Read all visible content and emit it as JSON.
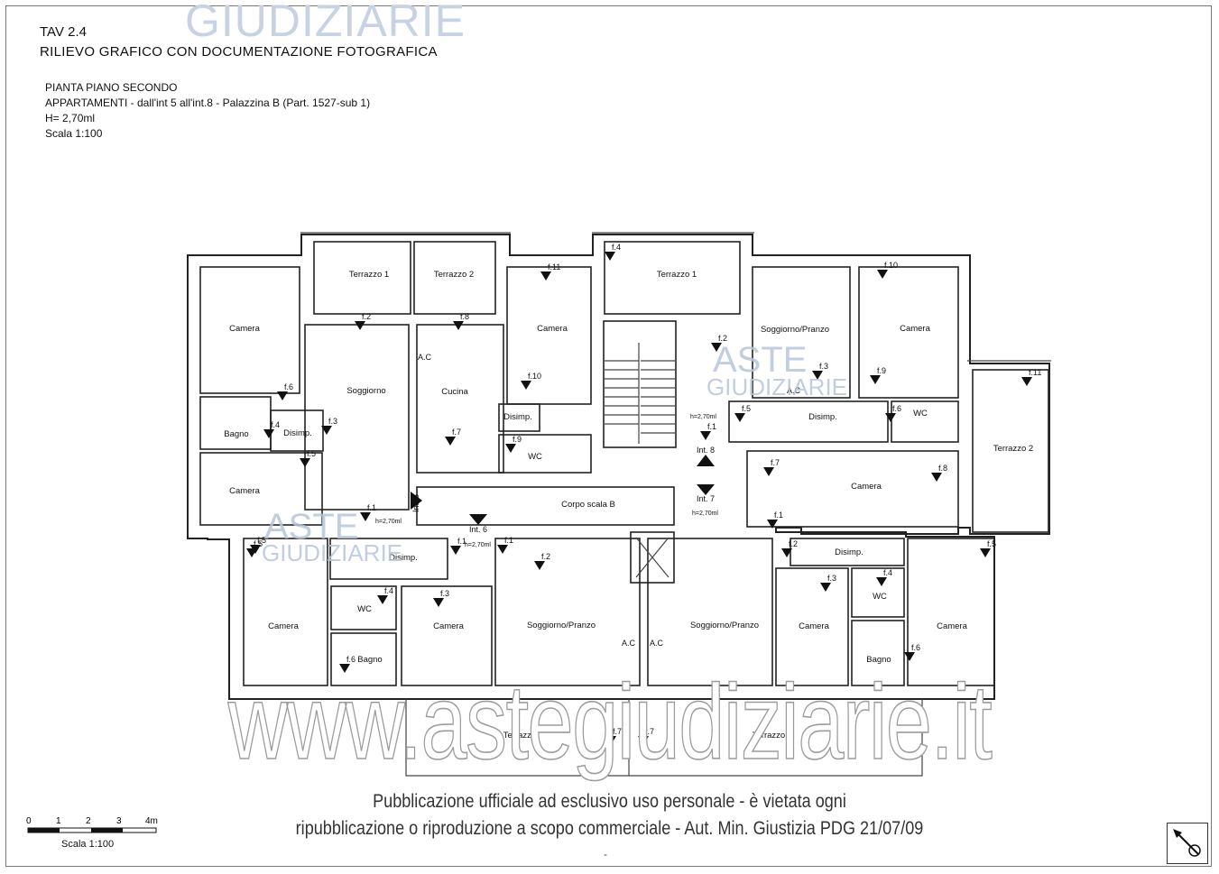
{
  "watermark_top": "GIUDIZIARIE",
  "header": {
    "title": "TAV 2.4",
    "subtitle": "RILIEVO GRAFICO CON DOCUMENTAZIONE FOTOGRAFICA"
  },
  "info": {
    "line1": "PIANTA PIANO SECONDO",
    "line2": "APPARTAMENTI - dall'int 5 all'int.8 - Palazzina B (Part. 1527-sub 1)",
    "line3": "H= 2,70ml",
    "line4": "Scala 1:100"
  },
  "rooms": {
    "terrazzo1_a": "Terrazzo 1",
    "terrazzo2_a": "Terrazzo 2",
    "terrazzo1_b": "Terrazzo 1",
    "camera_tl": "Camera",
    "soggiorno": "Soggiorno",
    "cucina": "Cucina",
    "camera_tc": "Camera",
    "bagno_l": "Bagno",
    "disimp_l": "Disimp.",
    "disimp_c": "Disimp.",
    "wc_c": "WC",
    "camera_ml": "Camera",
    "corpo_scala": "Corpo scala B",
    "soggiorno_pranzo_tr": "Soggiorno/Pranzo",
    "camera_tr": "Camera",
    "disimp_r": "Disimp.",
    "wc_r": "WC",
    "terrazzo2_b": "Terrazzo 2",
    "camera_mr": "Camera",
    "camera_bl1": "Camera",
    "disimp_bl": "Disimp.",
    "wc_bl": "WC",
    "bagno_bl": "Bagno",
    "camera_bl2": "Camera",
    "soggiorno_pranzo_bl": "Soggiorno/Pranzo",
    "soggiorno_pranzo_br": "Soggiorno/Pranzo",
    "camera_br1": "Camera",
    "disimp_br": "Disimp.",
    "wc_br": "WC",
    "bagno_br": "Bagno",
    "camera_br2": "Camera",
    "terrazzo_bl": "Terrazzo",
    "terrazzo_br": "Terrazzo"
  },
  "notes": {
    "ac1": "A.C",
    "ac2": "A.C",
    "ac3": "A.C",
    "ac4": "A.C",
    "int5": "Int. 5",
    "int6": "Int. 6",
    "int7": "Int. 7",
    "int8": "Int. 8",
    "h1": "h=2,70ml",
    "h2": "h=2,70ml",
    "h3": "h=2,70ml",
    "h4": "h=2,70ml"
  },
  "photo_markers": [
    "f.2",
    "f.8",
    "f.11",
    "f.4",
    "f.10",
    "f.2",
    "f.3",
    "f.9",
    "f.11",
    "f.6",
    "f.3",
    "f.4",
    "f.5",
    "f.10",
    "f.9",
    "f.7",
    "f.1",
    "f.5",
    "f.6",
    "f.1",
    "f.7",
    "f.8",
    "f.1",
    "f.1",
    "f.2",
    "f.1",
    "f.5",
    "f.3",
    "f.4",
    "f.6",
    "f.2",
    "f.3",
    "f.4",
    "f.6",
    "f.5",
    "f.7",
    "f.7",
    "f.5"
  ],
  "aste_watermarks": [
    "ASTE",
    "GIUDIZIARIE",
    "ASTE",
    "GIUDIZIARIE"
  ],
  "big_watermark": "www.astegiudiziarie.it",
  "notice": {
    "line1": "Pubblicazione ufficiale ad esclusivo uso personale - è vietata ogni",
    "line2": "ripubblicazione o riproduzione a scopo commerciale - Aut. Min. Giustizia PDG 21/07/09",
    "dash": "-"
  },
  "scale": {
    "ticks": [
      "0",
      "1",
      "2",
      "3",
      "4m"
    ],
    "label": "Scala 1:100"
  }
}
